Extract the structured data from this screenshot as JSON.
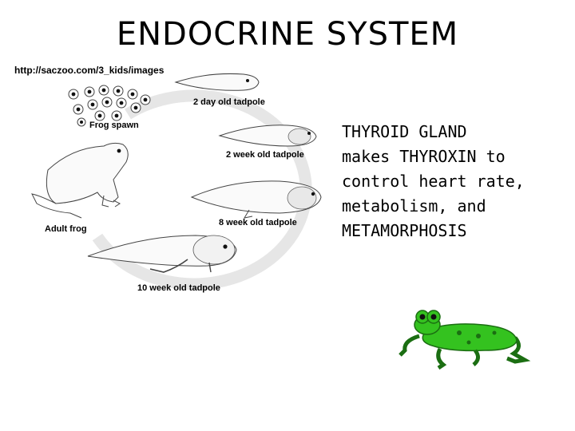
{
  "title": "ENDOCRINE SYSTEM",
  "credit": "http://saczoo.com/3_kids/images",
  "cycle": {
    "frog_spawn": "Frog spawn",
    "tadpole_2_day": "2 day old tadpole",
    "tadpole_2_week": "2 week old tadpole",
    "tadpole_8_week": "8 week old tadpole",
    "tadpole_10_week": "10 week old tadpole",
    "adult_frog": "Adult frog"
  },
  "caption": {
    "lines": [
      "THYROID GLAND",
      "makes THYROXIN to",
      "control heart rate,",
      "metabolism, and",
      "METAMORPHOSIS"
    ]
  },
  "colors": {
    "frog_green": "#34c21f",
    "frog_dark": "#1b6e12",
    "cycle_arrow": "#e6e6e6"
  }
}
